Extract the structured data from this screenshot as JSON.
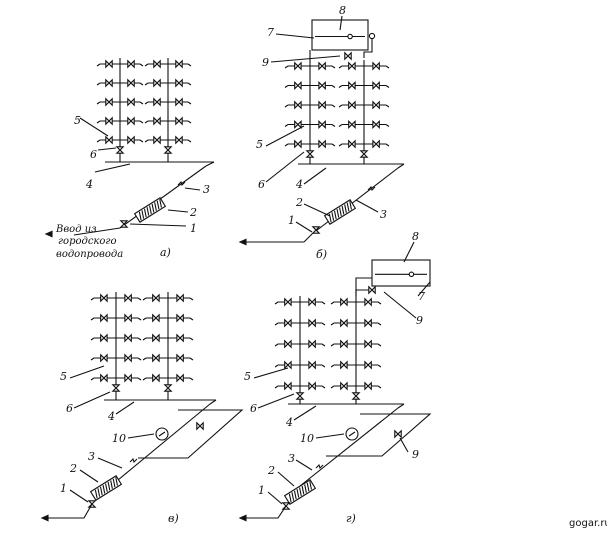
{
  "figure": {
    "watermark": "gogar.ru",
    "ink_color": "#111111",
    "background": "#ffffff"
  },
  "panels": [
    {
      "id": "a",
      "caption": "а)",
      "callouts": [
        "1",
        "2",
        "3",
        "4",
        "5",
        "6"
      ],
      "inlet_label": [
        "Ввод из",
        "городского",
        "водопровода"
      ],
      "risers": 2,
      "valves_per_riser_side": 5,
      "has_tank": false,
      "has_pump": false
    },
    {
      "id": "b",
      "caption": "б)",
      "callouts": [
        "1",
        "2",
        "3",
        "4",
        "5",
        "6",
        "7",
        "8",
        "9"
      ],
      "risers": 2,
      "valves_per_riser_side": 5,
      "has_tank": true,
      "has_pump": false
    },
    {
      "id": "v",
      "caption": "в)",
      "callouts": [
        "1",
        "2",
        "3",
        "4",
        "5",
        "6",
        "10"
      ],
      "risers": 2,
      "valves_per_riser_side": 5,
      "has_tank": false,
      "has_pump": true
    },
    {
      "id": "g",
      "caption": "г)",
      "callouts": [
        "1",
        "2",
        "3",
        "4",
        "5",
        "6",
        "7",
        "8",
        "9",
        "10",
        "9"
      ],
      "risers": 2,
      "valves_per_riser_side": 5,
      "has_tank": true,
      "has_pump": true
    }
  ]
}
